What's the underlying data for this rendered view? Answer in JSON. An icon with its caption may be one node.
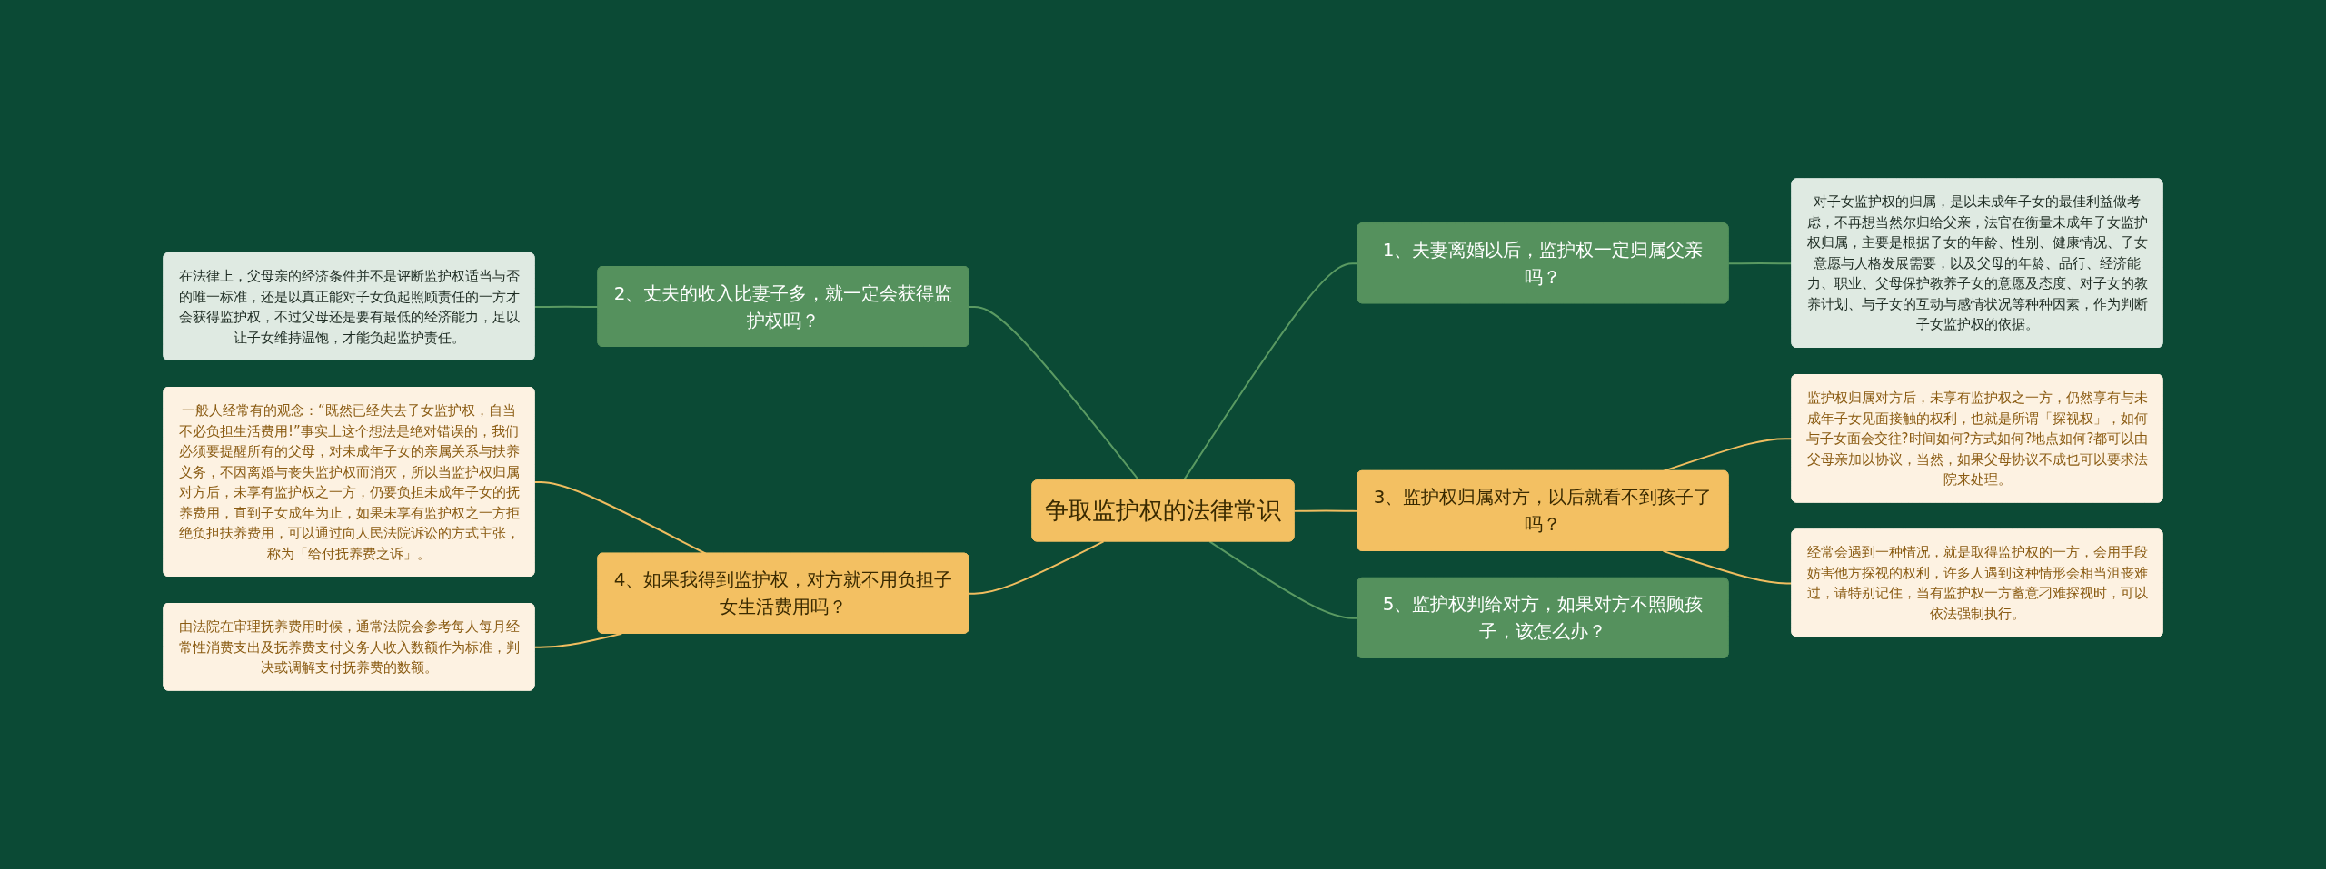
{
  "diagram": {
    "nodes": [
      {
        "text": [
          "争取监护权的法律常识"
        ]
      },
      {
        "text": [
          "1、夫妻离婚以后，监护权一定归属父亲吗？"
        ]
      },
      {
        "text": [
          "对子女监护权的归属，是以未成年子女的最佳利益做考虑，不再想当然尔归给父亲，法官在衡量未成年子女监护权归属，主要是根据子女的年龄、性别、健康情况、子女意愿与人格发展需要，以及父母的年龄、品行、经济能力、职业、父母保护教养子女的意愿及态度、对子女的教养计划、与子女的互动与感情状况等种种因素，作为判断子女监护权的依据。"
        ]
      },
      {
        "text": [
          "2、丈夫的收入比妻子多，就一定会获得监护权吗？"
        ]
      },
      {
        "text": [
          "在法律上，父母亲的经济条件并不是评断监护权适当与否的唯一标准，还是以真正能对子女负起照顾责任的一方才会获得监护权，不过父母还是要有最低的经济能力，足以让子女维持温饱，才能负起监护责任。"
        ]
      },
      {
        "text": [
          "3、监护权归属对方，以后就看不到孩子了吗？"
        ]
      },
      {
        "text": [
          "监护权归属对方后，未享有监护权之一方，仍然享有与未成年子女见面接触的权利，也就是所谓「探视权」，如何与子女面会交往?时间如何?方式如何?地点如何?都可以由父母亲加以协议，当然，如果父母协议不成也可以要求法院来处理。"
        ]
      },
      {
        "text": [
          "经常会遇到一种情况，就是取得监护权的一方，会用手段妨害他方探视的权利，许多人遇到这种情形会相当沮丧难过，请特别记住，当有监护权一方蓄意刁难探视时，可以依法强制执行。"
        ]
      },
      {
        "text": [
          "4、如果我得到监护权，对方就不用负担子女生活费用吗？"
        ]
      },
      {
        "text": [
          "一般人经常有的观念：“既然已经失去子女监护权，自当不必负担生活费用!”事实上这个想法是绝对错误的，我们必须要提醒所有的父母，对未成年子女的亲属关系与扶养义务，不因离婚与丧失监护权而消灭，所以当监护权归属对方后，未享有监护权之一方，仍要负担未成年子女的抚养费用，直到子女成年为止，如果未享有监护权之一方拒绝负担扶养费用，可以通过向人民法院诉讼的方式主张，称为「给付抚养费之诉」。"
        ]
      },
      {
        "text": [
          "由法院在审理抚养费用时候，通常法院会参考每人每月经常性消费支出及抚养费支付义务人收入数额作为标准，判决或调解支付抚养费的数额。"
        ]
      },
      {
        "text": [
          "5、监护权判给对方，如果对方不照顾孩子，该怎么办？"
        ]
      }
    ],
    "edges": [
      {
        "from": 0,
        "to": 1,
        "arrow": "none",
        "color": "#5a9a62"
      },
      {
        "from": 1,
        "to": 2,
        "arrow": "none",
        "color": "#5a9a62"
      },
      {
        "from": 4,
        "to": 3,
        "arrow": "none",
        "color": "#5a9a62"
      },
      {
        "from": 3,
        "to": 0,
        "arrow": "none",
        "color": "#5a9a62"
      },
      {
        "from": 0,
        "to": 5,
        "arrow": "none"
      },
      {
        "from": 5,
        "to": 6,
        "arrow": "none"
      },
      {
        "from": 5,
        "to": 7,
        "arrow": "none"
      },
      {
        "from": 9,
        "to": 8,
        "arrow": "none"
      },
      {
        "from": 10,
        "to": 8,
        "arrow": "none"
      },
      {
        "from": 8,
        "to": 0,
        "arrow": "none"
      },
      {
        "from": 0,
        "to": 11,
        "arrow": "none",
        "color": "#5a9a62"
      }
    ]
  }
}
